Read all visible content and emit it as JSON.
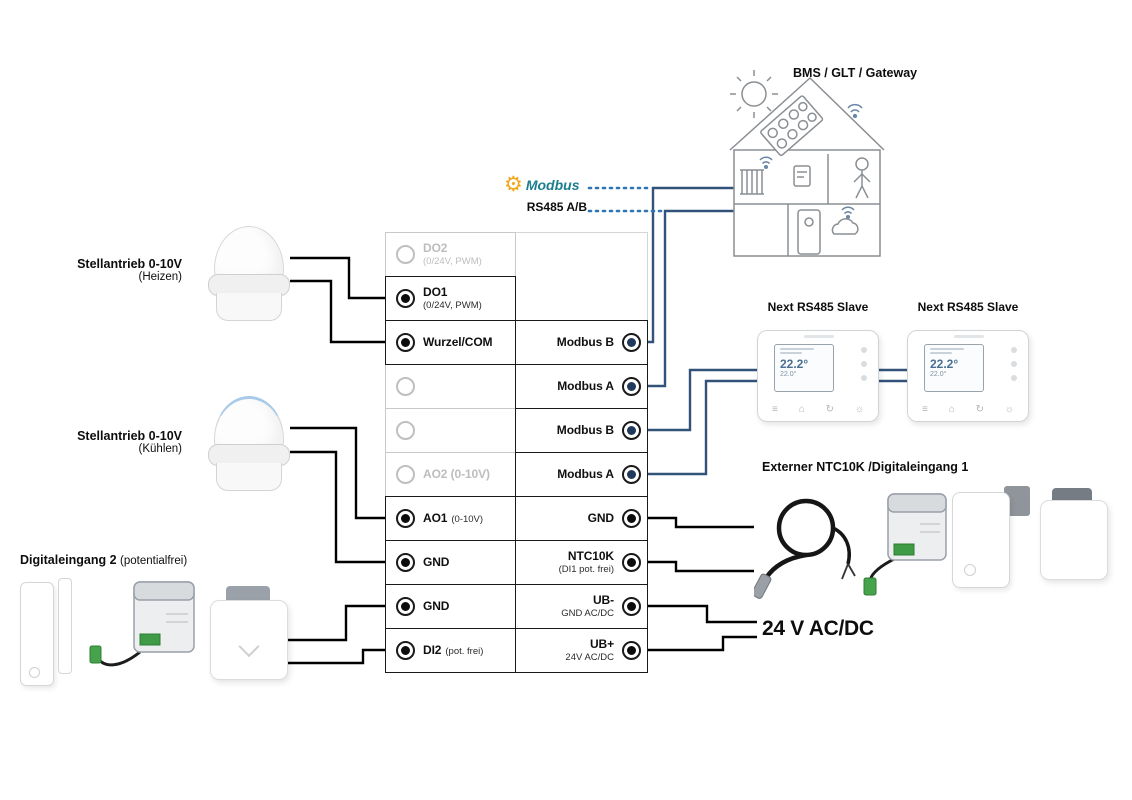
{
  "colors": {
    "wire": "#000000",
    "bus_wire": "#33527a",
    "dotted_line": "#2e75b6",
    "modbus_gear": "#f2a71b",
    "modbus_text": "#1b7e8f",
    "inactive_gray": "#bdbdbd",
    "green_connector": "#46a34c"
  },
  "top": {
    "bms_label": "BMS / GLT / Gateway",
    "modbus_logo": "Modbus",
    "rs485_label": "RS485 A/B"
  },
  "left": {
    "actuator_heat": {
      "title": "Stellantrieb 0-10V",
      "sub": "(Heizen)"
    },
    "actuator_cool": {
      "title": "Stellantrieb 0-10V",
      "sub": "(Kühlen)"
    },
    "digital_input": {
      "title": "Digitaleingang 2",
      "sub": "(potentialfrei)"
    }
  },
  "right": {
    "slave1_label": "Next RS485 Slave",
    "slave2_label": "Next RS485 Slave",
    "extern_label": "Externer NTC10K /Digitaleingang 1",
    "power_label": "24 V AC/DC"
  },
  "thermostat": {
    "display_temp": "22.2°",
    "display_set": "22.0°"
  },
  "terminals": {
    "left": [
      {
        "main": "DO2",
        "sub": "(0/24V, PWM)"
      },
      {
        "main": "DO1",
        "sub": "(0/24V, PWM)"
      },
      {
        "main": "Wurzel/COM",
        "sub": ""
      },
      {
        "main": "",
        "sub": ""
      },
      {
        "main": "",
        "sub": ""
      },
      {
        "main": "AO2 (0-10V)",
        "sub": ""
      },
      {
        "main": "AO1",
        "sub": "(0-10V)"
      },
      {
        "main": "GND",
        "sub": ""
      },
      {
        "main": "GND",
        "sub": ""
      },
      {
        "main": "DI2",
        "sub": "(pot. frei)"
      }
    ],
    "right": [
      {
        "main": "Modbus B",
        "sub": ""
      },
      {
        "main": "Modbus A",
        "sub": ""
      },
      {
        "main": "Modbus B",
        "sub": ""
      },
      {
        "main": "Modbus A",
        "sub": ""
      },
      {
        "main": "GND",
        "sub": ""
      },
      {
        "main": "NTC10K",
        "sub": "(DI1 pot. frei)"
      },
      {
        "main": "UB-",
        "sub": "GND AC/DC"
      },
      {
        "main": "UB+",
        "sub": "24V AC/DC"
      }
    ]
  }
}
